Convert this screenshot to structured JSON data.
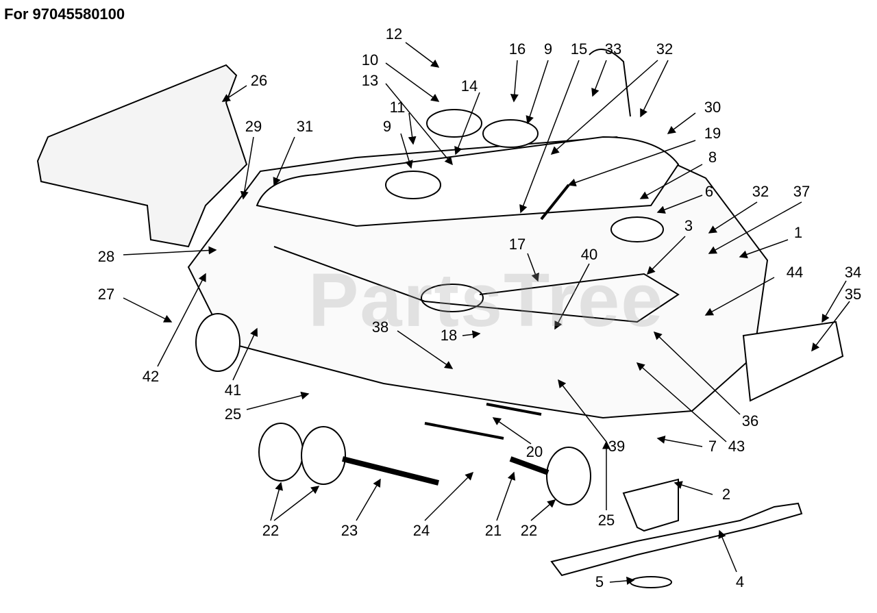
{
  "title": "For 97045580100",
  "watermark": "PartsTree",
  "callouts": [
    "12",
    "10",
    "13",
    "14",
    "11",
    "9",
    "16",
    "9",
    "15",
    "33",
    "32",
    "30",
    "19",
    "8",
    "6",
    "32",
    "37",
    "1",
    "26",
    "29",
    "31",
    "28",
    "27",
    "42",
    "41",
    "25",
    "38",
    "18",
    "17",
    "40",
    "3",
    "44",
    "34",
    "35",
    "36",
    "43",
    "39",
    "7",
    "20",
    "2",
    "25",
    "22",
    "23",
    "24",
    "21",
    "22",
    "4",
    "5"
  ]
}
